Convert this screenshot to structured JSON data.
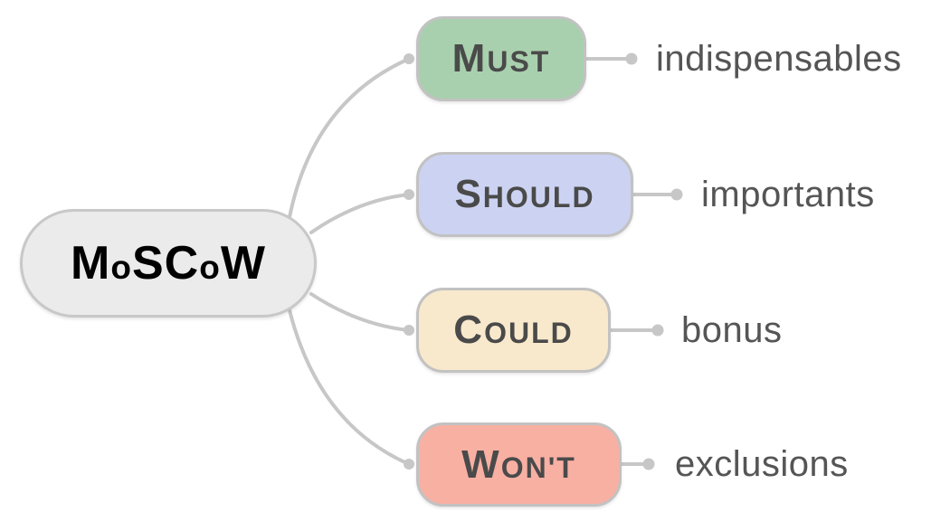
{
  "colors": {
    "connector": "#c7c7c7",
    "node_border": "#c2c2c2",
    "center_fill": "#ebebeb",
    "center_border": "#c8c8c8",
    "center_text": "#000000",
    "branch_text": "#4a4a4a",
    "leaf_text": "#555555"
  },
  "center": {
    "label": "MoSCoW",
    "parts": [
      "M",
      "o",
      "SC",
      "o",
      "W"
    ]
  },
  "branches": [
    {
      "id": "must",
      "label": "Must",
      "initial": "M",
      "rest": "UST",
      "fill": "#a9d0ae",
      "leaf": "indispensables"
    },
    {
      "id": "should",
      "label": "Should",
      "initial": "S",
      "rest": "HOULD",
      "fill": "#ccd3f2",
      "leaf": "importants"
    },
    {
      "id": "could",
      "label": "Could",
      "initial": "C",
      "rest": "OULD",
      "fill": "#f9e9cc",
      "leaf": "bonus"
    },
    {
      "id": "wont",
      "label": "Won't",
      "initial": "W",
      "rest": "ON'T",
      "fill": "#f8b0a3",
      "leaf": "exclusions"
    }
  ]
}
